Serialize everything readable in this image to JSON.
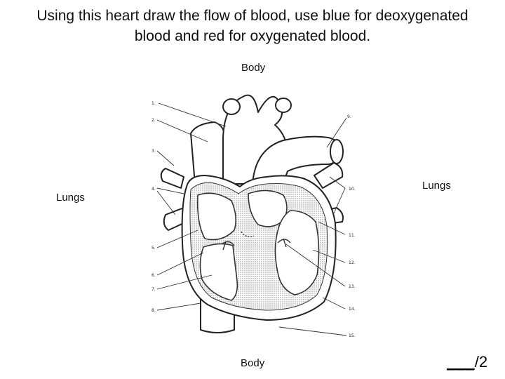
{
  "instructions": {
    "line1": "Using this heart draw the flow of blood, use blue for deoxygenated",
    "line2": "blood and red for oxygenated blood."
  },
  "labels": {
    "body_top": "Body",
    "body_bottom": "Body",
    "lungs_left": "Lungs",
    "lungs_right": "Lungs"
  },
  "score": {
    "blank": "___",
    "total": "/2"
  },
  "diagram": {
    "numbers": [
      "1.",
      "2.",
      "3.",
      "4.",
      "5.",
      "6.",
      "7.",
      "8.",
      "9.",
      "10.",
      "11.",
      "12.",
      "13.",
      "14.",
      "15."
    ],
    "colors": {
      "outline": "#222222",
      "stipple": "#cfcfcf",
      "chamber": "#ffffff"
    }
  }
}
